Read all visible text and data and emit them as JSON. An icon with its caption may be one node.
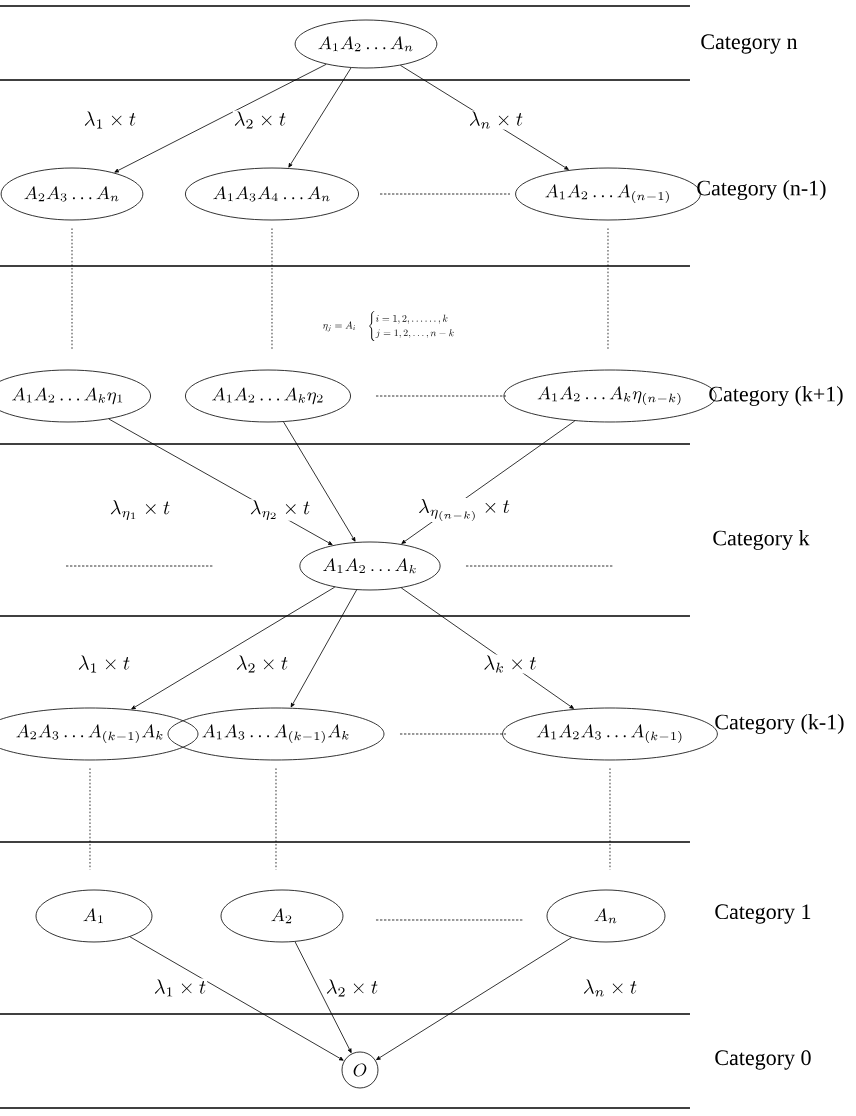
{
  "diagram": {
    "nodes": [
      {
        "text": [
          "A_1A_2\\ldots A_n"
        ]
      },
      {
        "text": [
          "A_2A_3\\ldots A_n"
        ]
      },
      {
        "text": [
          "A_1A_3A_4\\ldots A_n"
        ]
      },
      {
        "text": [
          "A_1A_2\\ldots A_{(n-1)}"
        ]
      },
      {
        "text": [
          "A_1A_2\\ldots A_k\\eta_1"
        ]
      },
      {
        "text": [
          "A_1A_2\\ldots A_k\\eta_2"
        ]
      },
      {
        "text": [
          "A_1A_2\\ldots A_k\\eta_{(n-k)}"
        ]
      },
      {
        "text": [
          "A_1A_2\\ldots A_k"
        ]
      },
      {
        "text": [
          "A_2A_3\\ldots A_{(k-1)}A_k"
        ]
      },
      {
        "text": [
          "A_1A_3\\ldots A_{(k-1)}A_k"
        ]
      },
      {
        "text": [
          "A_1A_2A_3\\ldots A_{(k-1)}"
        ]
      },
      {
        "text": [
          "A_1"
        ]
      },
      {
        "text": [
          "A_2"
        ]
      },
      {
        "text": [
          "A_n"
        ]
      },
      {
        "text": [
          "O"
        ]
      }
    ],
    "edges": [
      {
        "from": 0,
        "to": 1,
        "arrow": "to",
        "label": "\\lambda_1\\times t"
      },
      {
        "from": 0,
        "to": 2,
        "arrow": "to",
        "label": "\\lambda_2\\times t"
      },
      {
        "from": 0,
        "to": 3,
        "arrow": "to",
        "label": "\\lambda_n\\times t"
      },
      {
        "from": 1,
        "to": 4,
        "arrow": "none",
        "style": "dashed"
      },
      {
        "from": 2,
        "to": 5,
        "arrow": "none",
        "style": "dashed"
      },
      {
        "from": 3,
        "to": 6,
        "arrow": "none",
        "style": "dashed"
      },
      {
        "from": 4,
        "to": 7,
        "arrow": "to",
        "label": "\\lambda_{\\eta_1}\\times t"
      },
      {
        "from": 5,
        "to": 7,
        "arrow": "to",
        "label": "\\lambda_{\\eta_2}\\times t"
      },
      {
        "from": 6,
        "to": 7,
        "arrow": "to",
        "label": "\\lambda_{\\eta_{(n-k)}}\\times t"
      },
      {
        "from": 7,
        "to": 8,
        "arrow": "to",
        "label": "\\lambda_1\\times t"
      },
      {
        "from": 7,
        "to": 9,
        "arrow": "to",
        "label": "\\lambda_2\\times t"
      },
      {
        "from": 7,
        "to": 10,
        "arrow": "to",
        "label": "\\lambda_k\\times t"
      },
      {
        "from": 8,
        "to": 11,
        "arrow": "none",
        "style": "dashed"
      },
      {
        "from": 9,
        "to": 12,
        "arrow": "none",
        "style": "dashed"
      },
      {
        "from": 10,
        "to": 13,
        "arrow": "none",
        "style": "dashed"
      },
      {
        "from": 11,
        "to": 14,
        "arrow": "to",
        "label": "\\lambda_1\\times t"
      },
      {
        "from": 12,
        "to": 14,
        "arrow": "to",
        "label": "\\lambda_2\\times t"
      },
      {
        "from": 13,
        "to": 14,
        "arrow": "to",
        "label": "\\lambda_n\\times t"
      }
    ],
    "labels": [
      "Category n",
      "Category (n-1)",
      "\\eta_j = A_i \\quad \\begin{cases} i=1,2,\\ldots\\ldots,k \\\\ j=1,2,\\ldots,n-k \\end{cases}",
      "Category (k+1)",
      "Category k",
      "Category (k-1)",
      "Category 1",
      "Category 0"
    ]
  }
}
